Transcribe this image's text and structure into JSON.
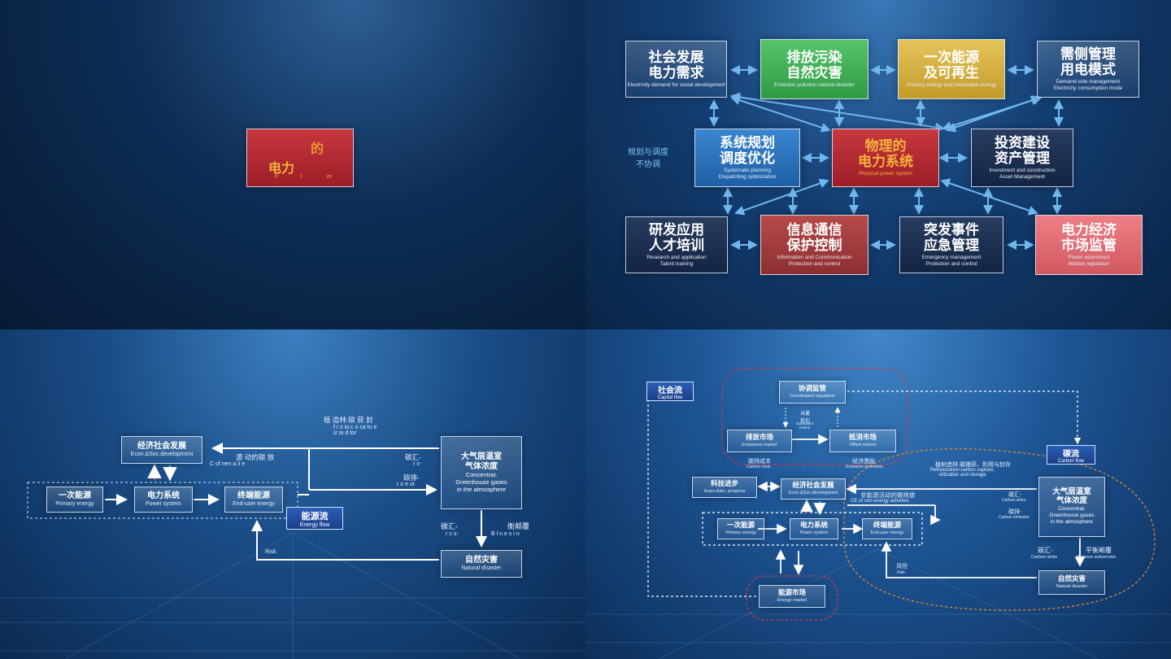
{
  "q1": {
    "title_zh": "电力",
    "accent_zh": "的",
    "sub_letters": [
      "h",
      "l",
      "m"
    ]
  },
  "q2": {
    "side_note": "规划与调度\n不协调",
    "nodes": {
      "social": {
        "zh": "社会发展\n电力需求",
        "en": "Electricity demand for social development"
      },
      "pollution": {
        "zh": "排放污染\n自然灾害",
        "en": "Emission pollution natural disaster"
      },
      "primary": {
        "zh": "一次能源\n及可再生",
        "en": "Primary energy and renewable energy"
      },
      "demand": {
        "zh": "需侧管理\n用电模式",
        "en": "Demand-side management\nElectricity consumption mode"
      },
      "planning": {
        "zh": "系统规划\n调度优化",
        "en": "Systematic planning\nDispatching optimization"
      },
      "physical": {
        "zh": "物理的\n电力系统",
        "en": "Physical power system"
      },
      "invest": {
        "zh": "投资建设\n资产管理",
        "en": "Investment and construction\nAsset Management"
      },
      "research": {
        "zh": "研发应用\n人才培训",
        "en": "Research and application\nTalent training"
      },
      "info": {
        "zh": "信息通信\n保护控制",
        "en": "Information and Communication\nProtection and control"
      },
      "emergency": {
        "zh": "突发事件\n应急管理",
        "en": "Emergency management\nProtection and control"
      },
      "market": {
        "zh": "电力经济\n市场监管",
        "en": "Power economics\nMarket regulation"
      }
    }
  },
  "q3": {
    "econ": {
      "zh": "经济社会发展",
      "en": "Econ.&Soc.development"
    },
    "primary": {
      "zh": "一次能源",
      "en": "Primary energy"
    },
    "power": {
      "zh": "电力系统",
      "en": "Power system"
    },
    "end": {
      "zh": "终端能源",
      "en": "End-user energy"
    },
    "energy_flow": {
      "zh": "能源流",
      "en": "Energy flow"
    },
    "atmos": {
      "zh": "大气层温室\n气体浓度",
      "en": "Concentrat.\nGreenhouse gases\nin the atmosphere"
    },
    "disaster": {
      "zh": "自然灾害",
      "en": "Natural disaster"
    },
    "afforest": "植 造林:碳 获 封",
    "afforest_en": "f r s io:c o ca tu e\n  iz io  d tor",
    "nonenergy": "源 动的碳 放",
    "nonenergy_en": "C of  nen    a ii e",
    "sink": "碳汇-",
    "sink_en": "r   s-",
    "emit": "碳排-",
    "emit_en": "r o e  ot",
    "sink2": "碳汇-",
    "sink2_en": "r s s-",
    "balance": "衡颠覆",
    "balance_en": "B l n e   s i n",
    "risk": "Risk"
  },
  "q4": {
    "social_flow": {
      "zh": "社会流",
      "en": "Capital flow"
    },
    "carbon_flow": {
      "zh": "碳流",
      "en": "Carbon flow"
    },
    "coord": {
      "zh": "协调监管",
      "en": "Coordinated regulation"
    },
    "emission_mkt": {
      "zh": "排放市场",
      "en": "Emissions market"
    },
    "offset_mkt": {
      "zh": "抵消市场",
      "en": "Offset market"
    },
    "equiv": {
      "zh": "当量\n抵扣",
      "en": "Equivalent\ncontrol"
    },
    "carbon_cost": {
      "zh": "碳排成本",
      "en": "Carbon costs"
    },
    "econ_gain": {
      "zh": "经济激励",
      "en": "Economic incentives"
    },
    "sci": {
      "zh": "科技进步",
      "en": "Scien.&tec. progress"
    },
    "econ": {
      "zh": "经济社会发展",
      "en": "Econ.&Soc.development"
    },
    "primary": {
      "zh": "一次能源",
      "en": "Primary energy"
    },
    "power": {
      "zh": "电力系统",
      "en": "Power system"
    },
    "end": {
      "zh": "终端能源",
      "en": "End-user energy"
    },
    "energy_mkt": {
      "zh": "能源市场",
      "en": "Energy market"
    },
    "atmos": {
      "zh": "大气层温室\n气体浓度",
      "en": "Concentrat.\nGreenhouse gases\nin the atmosphere"
    },
    "disaster": {
      "zh": "自然灾害",
      "en": "Natural disaster"
    },
    "afforest": "植树造林:碳捕获、利用与封存",
    "afforest_en": "Reforestation:carbon capture,\nutilization and storage",
    "nonenergy": "非能源活动的碳排放",
    "nonenergy_en": "CE of non-energy activities",
    "sink": "碳汇-",
    "sink_en": "Carbon sinks",
    "emit": "碳排-",
    "emit_en": "Carbon emission",
    "sink2": "碳汇-",
    "sink2_en": "Carbon sinks",
    "balance": "平衡颠覆",
    "balance_en": "Balance subversion",
    "risk": "风险",
    "risk_en": "Risk"
  }
}
